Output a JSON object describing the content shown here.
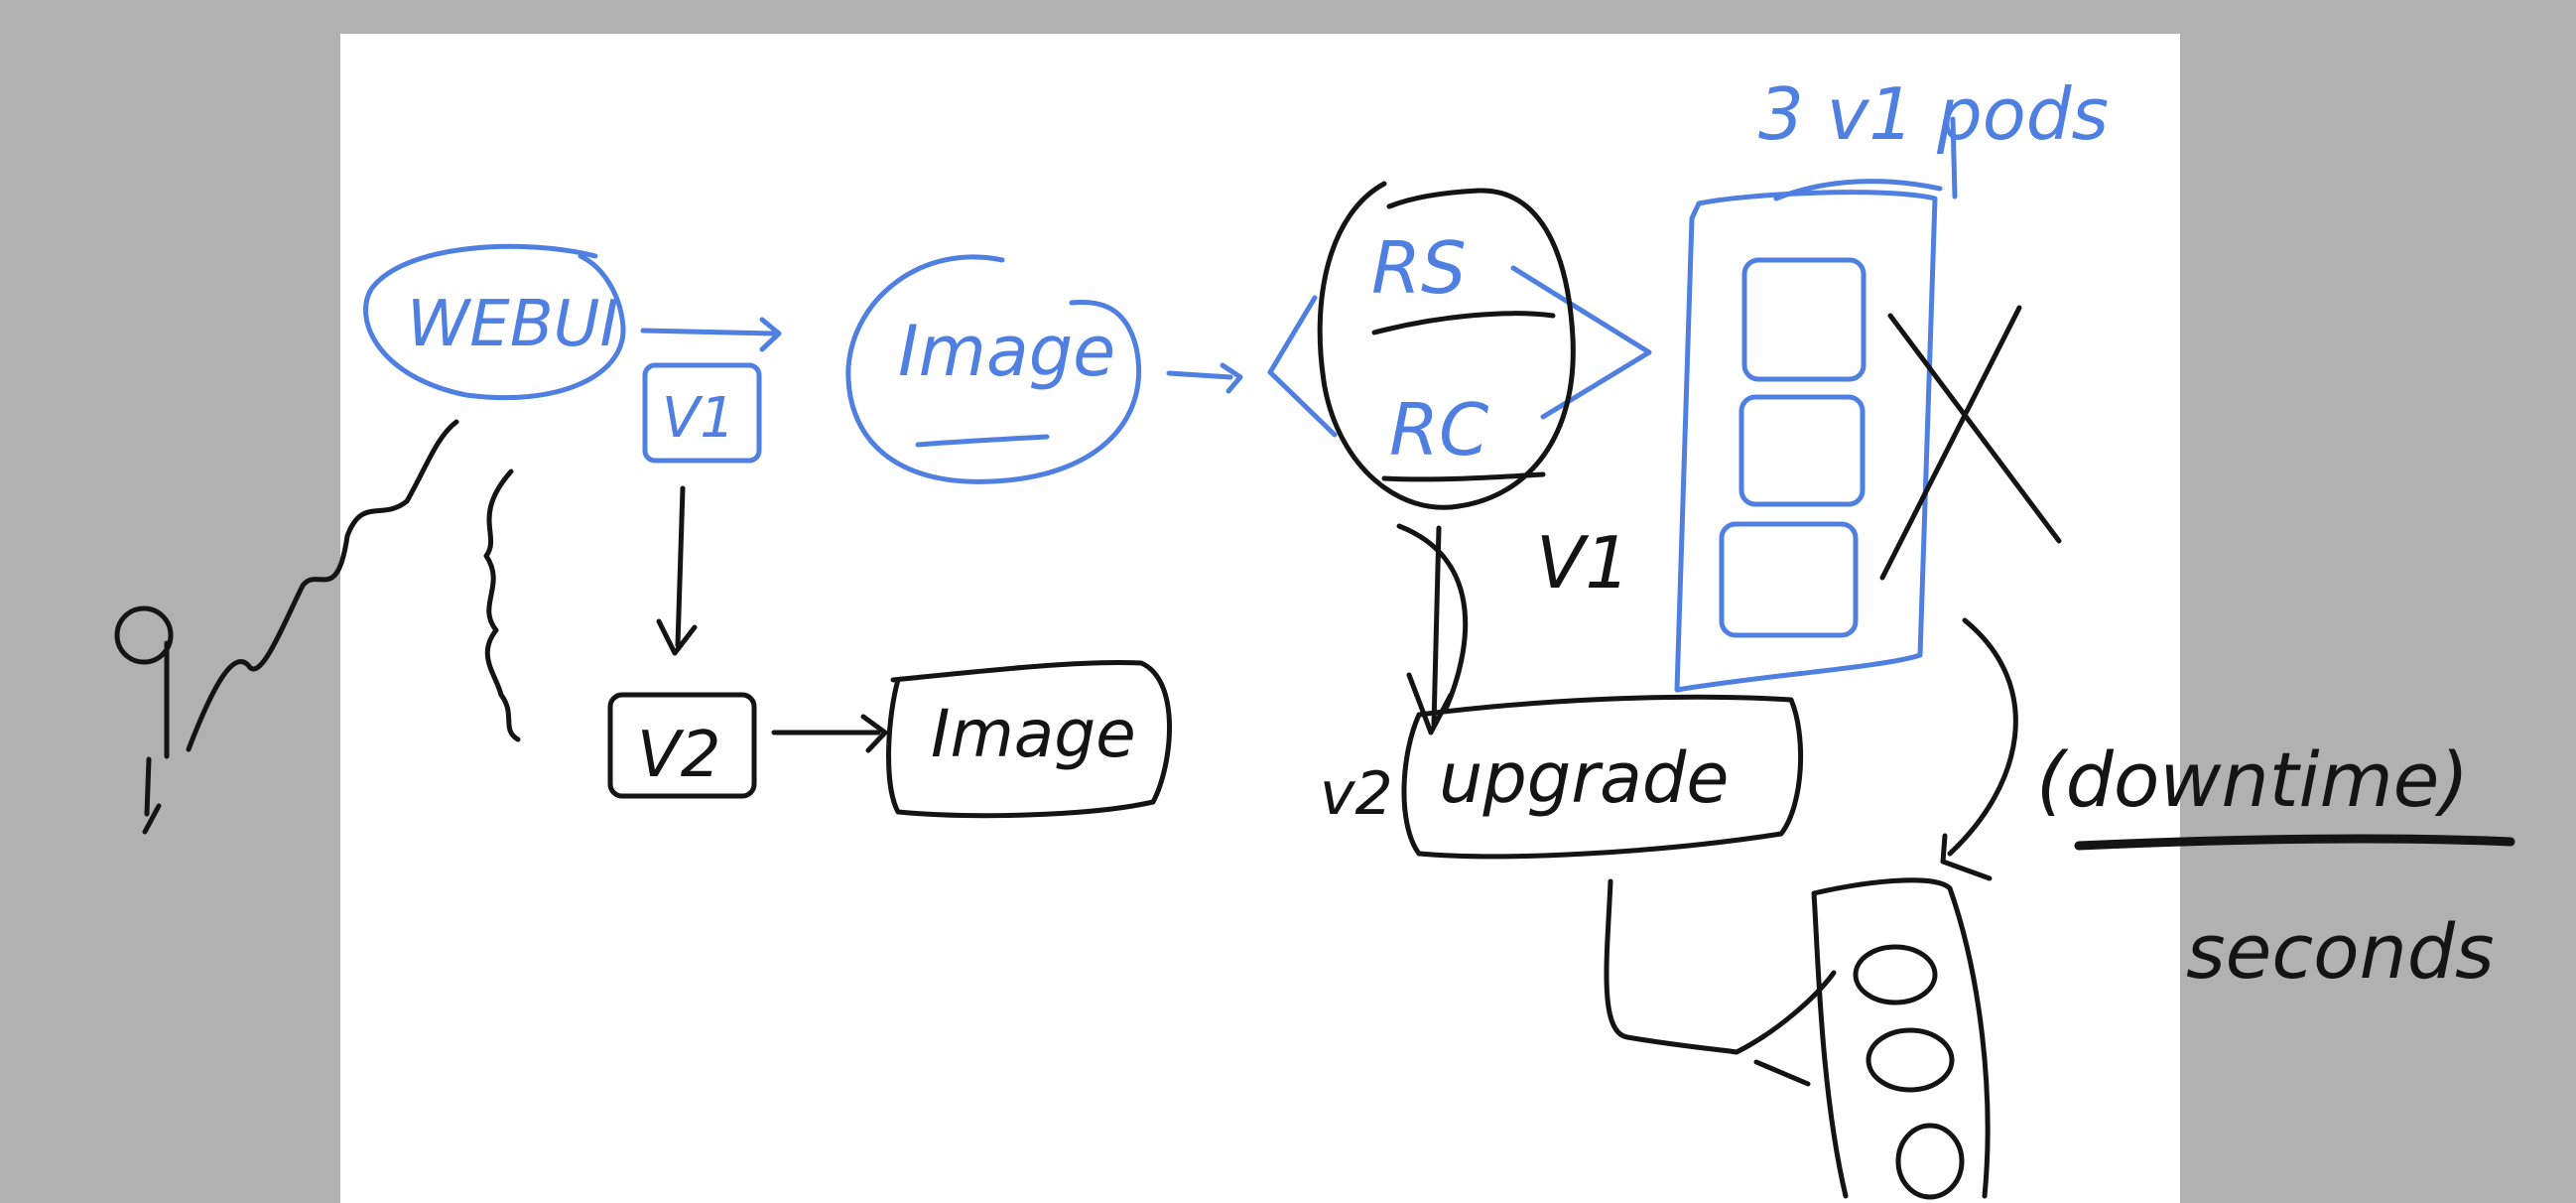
{
  "colors": {
    "background": "#b1b1b1",
    "page": "#ffffff",
    "blue_ink": "#4f7fe0",
    "black_ink": "#141414"
  },
  "labels": {
    "webui": "WEBUI",
    "v1_box": "V1",
    "image_blue": "Image",
    "rs": "RS",
    "rc": "RC",
    "pods_title": "3 v1 pods",
    "v1_side": "V1",
    "v2_box": "V2",
    "image_black": "Image",
    "v2_side": "v2",
    "upgrade": "upgrade",
    "downtime": "(downtime)",
    "seconds": "seconds"
  }
}
